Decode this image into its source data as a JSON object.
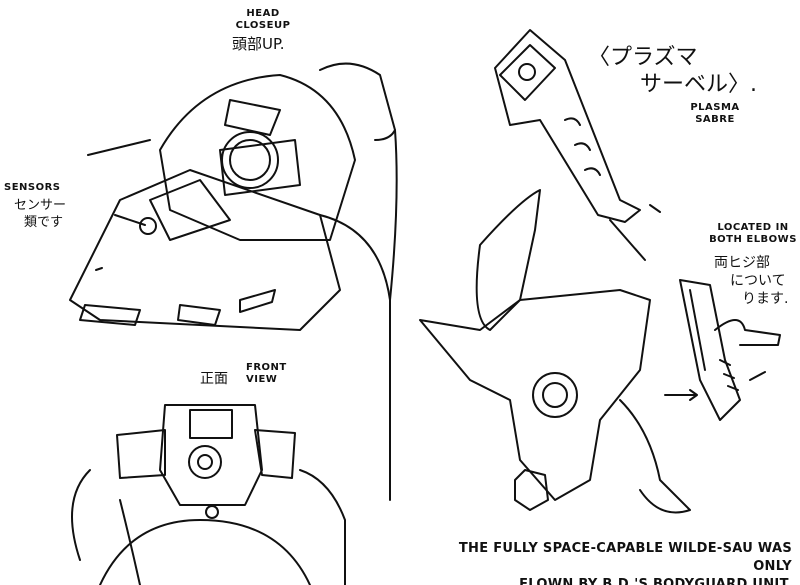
{
  "labels": {
    "head_closeup": {
      "en": "HEAD CLOSEUP",
      "en_line1": "HEAD",
      "en_line2": "CLOSEUP",
      "jp": "頭部UP."
    },
    "sensors": {
      "en": "SENSORS",
      "jp_line1": "センサー",
      "jp_line2": "類です"
    },
    "front_view": {
      "en_line1": "FRONT",
      "en_line2": "VIEW",
      "jp": "正面"
    },
    "plasma_sabre": {
      "jp_line1": "〈プラズマ",
      "jp_line2": "サーベル〉.",
      "en_line1": "PLASMA",
      "en_line2": "SABRE"
    },
    "elbows": {
      "en_line1": "LOCATED IN",
      "en_line2": "BOTH ELBOWS",
      "jp_line1": "両ヒジ部",
      "jp_line2": "について",
      "jp_line3": "ります."
    }
  },
  "caption": {
    "line1": "THE FULLY SPACE-CAPABLE WILDE-SAU WAS ONLY",
    "line2": "FLOWN BY B.D.'S BODYGUARD UNIT."
  }
}
